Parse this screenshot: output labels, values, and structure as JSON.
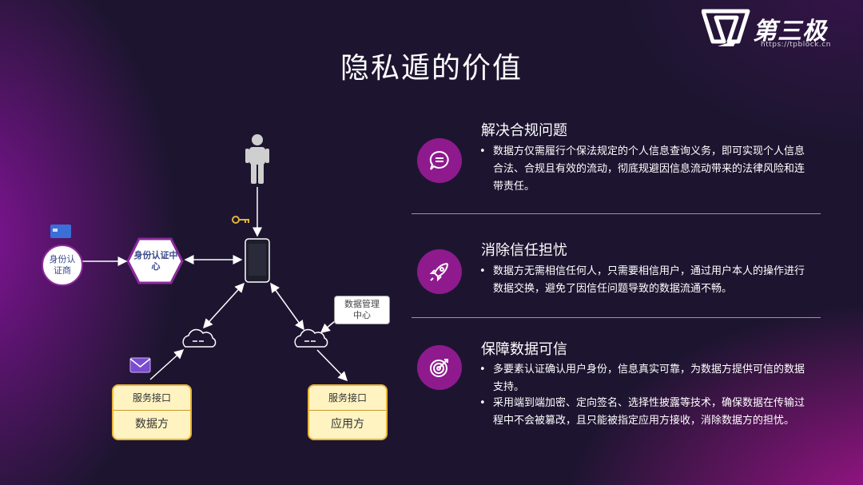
{
  "title": "隐私遁的价值",
  "logo": {
    "brand": "第三极",
    "url": "https://tpblock.cn"
  },
  "diagram": {
    "identity_provider": "身份认证商",
    "auth_center": "身份认证中心",
    "data_mgmt_center": "数据管理中心",
    "data_side": {
      "interface": "服务接口",
      "name": "数据方"
    },
    "app_side": {
      "interface": "服务接口",
      "name": "应用方"
    }
  },
  "sections": [
    {
      "icon": "chat-bubble-icon",
      "title": "解决合规问题",
      "bullets": [
        "数据方仅需履行个保法规定的个人信息查询义务，即可实现个人信息合法、合规且有效的流动，彻底规避因信息流动带来的法律风险和连带责任。"
      ]
    },
    {
      "icon": "rocket-icon",
      "title": "消除信任担忧",
      "bullets": [
        "数据方无需相信任何人，只需要相信用户，通过用户本人的操作进行数据交换，避免了因信任问题导致的数据流通不畅。"
      ]
    },
    {
      "icon": "target-icon",
      "title": "保障数据可信",
      "bullets": [
        "多要素认证确认用户身份，信息真实可靠，为数据方提供可信的数据支持。",
        "采用端到端加密、定向签名、选择性披露等技术，确保数据在传输过程中不会被篡改，且只能被指定应用方接收，消除数据方的担忧。"
      ]
    }
  ],
  "colors": {
    "accent": "#8f1a8e",
    "box_fill": "#fff3c2",
    "box_border": "#e9b53a"
  }
}
